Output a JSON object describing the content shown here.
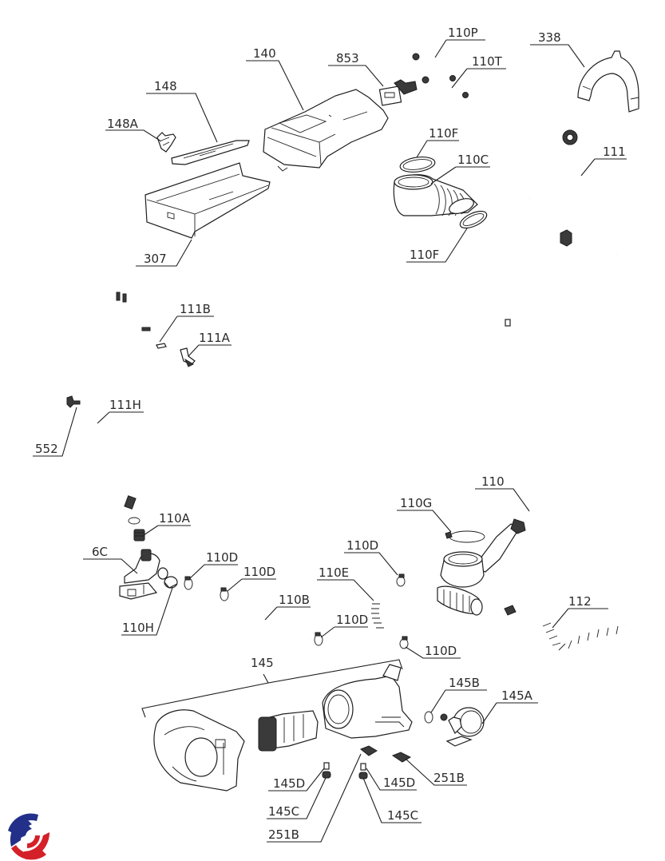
{
  "diagram": {
    "type": "exploded-parts-diagram",
    "subject": "washing machine water circuit / detergent dispenser / drain pump",
    "brand_logo_colors": {
      "blue": "#22308a",
      "red": "#d42028"
    },
    "callouts": [
      {
        "id": "c140",
        "label": "140",
        "part": "dispenser-housing"
      },
      {
        "id": "c853",
        "label": "853",
        "part": "solenoid-valve"
      },
      {
        "id": "c110P",
        "label": "110P",
        "part": "small-hose-upper"
      },
      {
        "id": "c110T",
        "label": "110T",
        "part": "small-hose-lower"
      },
      {
        "id": "c338",
        "label": "338",
        "part": "hose-guide-hook"
      },
      {
        "id": "c148",
        "label": "148",
        "part": "dispenser-cover"
      },
      {
        "id": "c148A",
        "label": "148A",
        "part": "siphon-cap"
      },
      {
        "id": "c110F_top",
        "label": "110F",
        "part": "hose-clamp-ring-top"
      },
      {
        "id": "c110C",
        "label": "110C",
        "part": "bellows-hose"
      },
      {
        "id": "c111",
        "label": "111",
        "part": "inlet-hose"
      },
      {
        "id": "c307",
        "label": "307",
        "part": "detergent-drawer"
      },
      {
        "id": "c110F_bot",
        "label": "110F",
        "part": "hose-clamp-ring-bottom"
      },
      {
        "id": "c111B",
        "label": "111B",
        "part": "hose-clip"
      },
      {
        "id": "c111A",
        "label": "111A",
        "part": "hose-elbow"
      },
      {
        "id": "c111H",
        "label": "111H",
        "part": "drain-hose-long"
      },
      {
        "id": "c552",
        "label": "552",
        "part": "hose-fixing-clip"
      },
      {
        "id": "c110",
        "label": "110",
        "part": "sump-hose-assembly"
      },
      {
        "id": "c110G",
        "label": "110G",
        "part": "sump-clamp"
      },
      {
        "id": "c110A",
        "label": "110A",
        "part": "pump-connector"
      },
      {
        "id": "c6C",
        "label": "6C",
        "part": "drain-pump"
      },
      {
        "id": "c110D_1",
        "label": "110D",
        "part": "clamp-pump-outlet"
      },
      {
        "id": "c110H",
        "label": "110H",
        "part": "sleeve"
      },
      {
        "id": "c110D_2",
        "label": "110D",
        "part": "clamp-hose-b-left"
      },
      {
        "id": "c110B",
        "label": "110B",
        "part": "connecting-hose"
      },
      {
        "id": "c110D_3",
        "label": "110D",
        "part": "clamp-hose-b-right"
      },
      {
        "id": "c110D_4",
        "label": "110D",
        "part": "clamp-hose-e-top"
      },
      {
        "id": "c110E",
        "label": "110E",
        "part": "corrugated-hose"
      },
      {
        "id": "c110D_5",
        "label": "110D",
        "part": "clamp-hose-e-bottom"
      },
      {
        "id": "c112",
        "label": "112",
        "part": "drain-outlet-hose"
      },
      {
        "id": "c145",
        "label": "145",
        "part": "filter-pump-assembly"
      },
      {
        "id": "c145B",
        "label": "145B",
        "part": "o-ring"
      },
      {
        "id": "c145A",
        "label": "145A",
        "part": "pump-motor-cover"
      },
      {
        "id": "c145D_1",
        "label": "145D",
        "part": "bush-left"
      },
      {
        "id": "c145C_1",
        "label": "145C",
        "part": "grommet-left"
      },
      {
        "id": "c251B_1",
        "label": "251B",
        "part": "damper-pad-center"
      },
      {
        "id": "c145D_2",
        "label": "145D",
        "part": "bush-right"
      },
      {
        "id": "c145C_2",
        "label": "145C",
        "part": "grommet-right"
      },
      {
        "id": "c251B_2",
        "label": "251B",
        "part": "damper-pad-right"
      }
    ]
  }
}
